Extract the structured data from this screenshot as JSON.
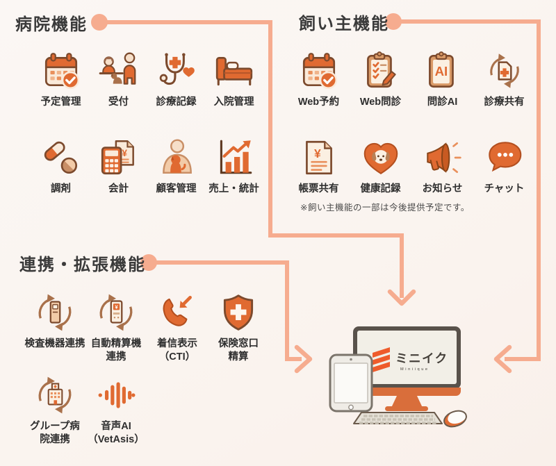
{
  "colors": {
    "accent_orange": "#E06A31",
    "connector_salmon": "#F6AC8F",
    "outline_brown": "#7C4A2D",
    "text_dark": "#333333",
    "background": "#FAF5F1"
  },
  "sections": {
    "hospital": {
      "title": "病院機能",
      "items": [
        {
          "label": "予定管理",
          "icon": "calendar-check-icon"
        },
        {
          "label": "受付",
          "icon": "reception-icon"
        },
        {
          "label": "診療記録",
          "icon": "stethoscope-heart-icon"
        },
        {
          "label": "入院管理",
          "icon": "hospital-bed-icon"
        },
        {
          "label": "調剤",
          "icon": "pills-icon"
        },
        {
          "label": "会計",
          "icon": "calculator-invoice-icon"
        },
        {
          "label": "顧客管理",
          "icon": "customer-dog-icon"
        },
        {
          "label": "売上・統計",
          "icon": "sales-chart-icon"
        }
      ]
    },
    "owner": {
      "title": "飼い主機能",
      "note": "※飼い主機能の一部は今後提供予定です。",
      "items": [
        {
          "label": "Web予約",
          "icon": "calendar-check-icon"
        },
        {
          "label": "Web問診",
          "icon": "clipboard-checklist-icon"
        },
        {
          "label": "問診AI",
          "icon": "clipboard-ai-icon"
        },
        {
          "label": "診療共有",
          "icon": "document-sync-icon"
        },
        {
          "label": "帳票共有",
          "icon": "invoice-yen-icon"
        },
        {
          "label": "健康記録",
          "icon": "heart-dog-icon"
        },
        {
          "label": "お知らせ",
          "icon": "megaphone-icon"
        },
        {
          "label": "チャット",
          "icon": "chat-bubble-icon"
        }
      ]
    },
    "extension": {
      "title": "連携・拡張機能",
      "items": [
        {
          "label": "検査機器連携",
          "icon": "lab-device-sync-icon"
        },
        {
          "label": "自動精算機\n連携",
          "icon": "payment-machine-sync-icon"
        },
        {
          "label": "着信表示\n（CTI）",
          "icon": "incoming-call-icon"
        },
        {
          "label": "保険窓口\n精算",
          "icon": "insurance-shield-icon"
        },
        {
          "label": "グループ病\n院連携",
          "icon": "group-hospital-sync-icon"
        },
        {
          "label": "音声AI\n（VetAsis）",
          "icon": "voice-waveform-icon"
        }
      ]
    }
  },
  "device": {
    "logo_text": "ミニイク",
    "logo_subtext": "Miniique"
  },
  "glyphs": {
    "ai": "AI",
    "yen": "¥"
  }
}
